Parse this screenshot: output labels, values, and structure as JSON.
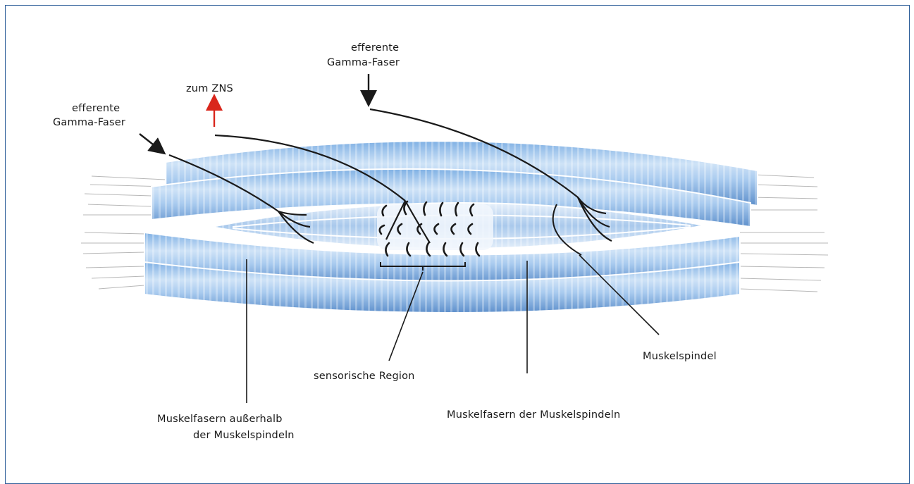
{
  "labels": {
    "gamma_left_1": "efferente",
    "gamma_left_2": "Gamma-Faser",
    "gamma_top_1": "efferente",
    "gamma_top_2": "Gamma-Faser",
    "zum_zns": "zum ZNS",
    "sensory_region": "sensorische Region",
    "muscle_spindle": "Muskelspindel",
    "extrafusal_1": "Muskelfasern außerhalb",
    "extrafusal_2": "der Muskelspindeln",
    "intrafusal": "Muskelfasern der Muskelspindeln"
  },
  "colors": {
    "frame": "#2f5f9a",
    "fiber_light": "#cfe3f7",
    "fiber_mid": "#8db8e6",
    "fiber_dark": "#5d8fcb",
    "afferent_arrow": "#d9261c",
    "nerve": "#1a1a1a"
  }
}
